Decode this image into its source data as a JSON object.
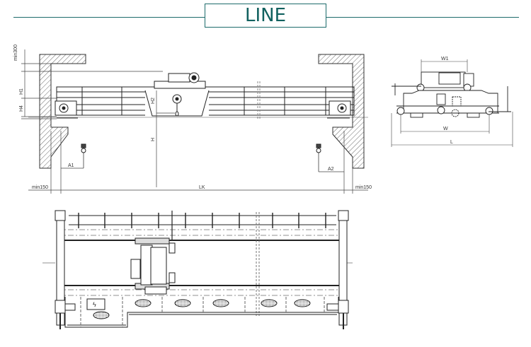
{
  "header": {
    "title": "LINE",
    "accent_color": "#1d6b6b"
  },
  "front_view": {
    "dimensions": {
      "min300": "min300",
      "h1": "H1",
      "h4": "H4",
      "h2": "H2",
      "h": "H",
      "a1": "A1",
      "a2": "A2",
      "span": "LK",
      "min150_left": "min150",
      "min150_right": "min150"
    }
  },
  "side_view": {
    "dimensions": {
      "w1": "W1",
      "w": "W",
      "l": "L"
    }
  },
  "top_view": {
    "icons": [
      "electric-panel-icon"
    ],
    "panel_symbol": "ϟ"
  }
}
